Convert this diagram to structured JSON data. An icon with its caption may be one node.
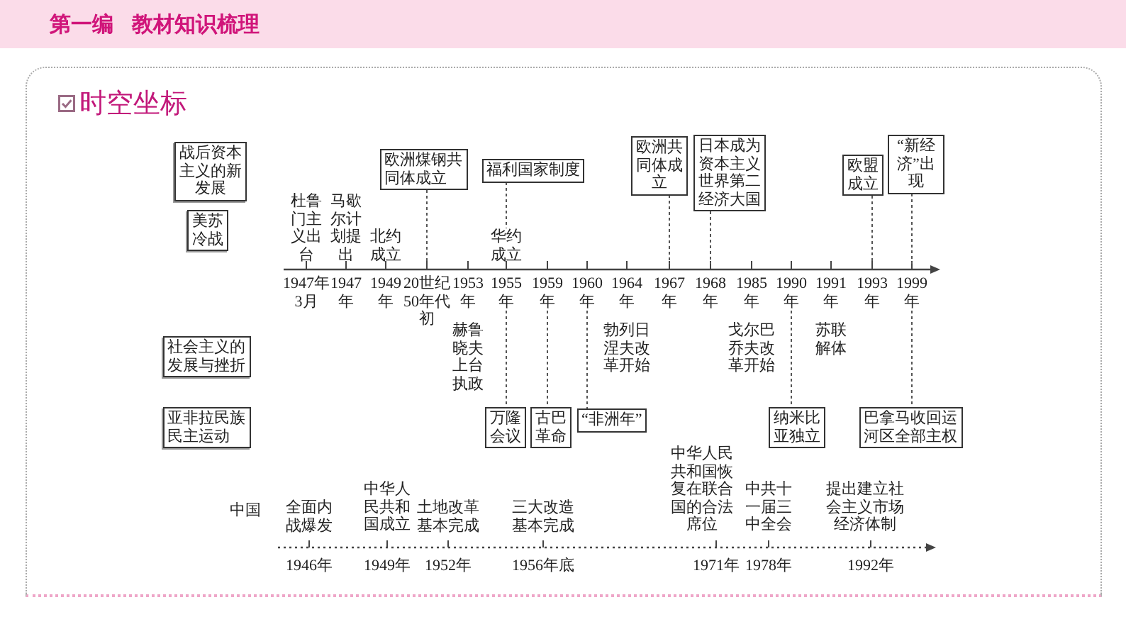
{
  "diagram": {
    "title": "时空坐标",
    "nodes": [
      {
        "text": [
          "战后资本主义的新发展"
        ]
      },
      {
        "text": [
          "美苏冷战"
        ]
      },
      {
        "text": [
          "欧洲煤钢共同体成立"
        ]
      },
      {
        "text": [
          "福利国家制度"
        ]
      },
      {
        "text": [
          "欧洲共同体成立"
        ]
      },
      {
        "text": [
          "日本成为资本主义世界第二经济大国"
        ]
      },
      {
        "text": [
          "欧盟成立"
        ]
      },
      {
        "text": [
          "“新经济”出现"
        ]
      },
      {
        "text": [],
        "shape": "arrow"
      },
      {
        "text": [
          "1947年3月"
        ],
        "beside": [
          "杜鲁门主义出台"
        ]
      },
      {
        "text": [
          "1947年"
        ],
        "beside": [
          "马歇尔计划提出"
        ]
      },
      {
        "text": [
          "1949年"
        ],
        "beside": [
          "北约成立"
        ]
      },
      {
        "text": [
          "20世纪50年代初"
        ]
      },
      {
        "text": [
          "1953年"
        ],
        "beside": [
          "赫鲁晓夫上台执政"
        ]
      },
      {
        "text": [
          "1955年"
        ],
        "beside": [
          "华约成立"
        ]
      },
      {
        "text": [
          "1959年"
        ]
      },
      {
        "text": [
          "1960年"
        ]
      },
      {
        "text": [
          "1964年"
        ],
        "beside": [
          "勃列日涅夫改革开始"
        ]
      },
      {
        "text": [
          "1967年"
        ]
      },
      {
        "text": [
          "1968年"
        ]
      },
      {
        "text": [
          "1985年"
        ],
        "beside": [
          "戈尔巴乔夫改革开始"
        ]
      },
      {
        "text": [
          "1990年"
        ]
      },
      {
        "text": [
          "1991年"
        ],
        "beside": [
          "苏联解体"
        ]
      },
      {
        "text": [
          "1993年"
        ]
      },
      {
        "text": [
          "1999年"
        ]
      },
      {
        "text": [
          "社会主义的发展与挫折"
        ]
      },
      {
        "text": [
          "亚非拉民族民主运动"
        ]
      },
      {
        "text": [
          "万隆会议"
        ]
      },
      {
        "text": [
          "古巴革命"
        ]
      },
      {
        "text": [
          "“非洲年”"
        ]
      },
      {
        "text": [
          "纳米比亚独立"
        ]
      },
      {
        "text": [
          "巴拿马收回运河区全部主权"
        ]
      },
      {
        "text": [],
        "shape": "arrow"
      },
      {
        "text": [
          "1946年"
        ],
        "beside": [
          "全面内战爆发"
        ]
      },
      {
        "text": [
          "1949年"
        ],
        "beside": [
          "中华人民共和国成立"
        ]
      },
      {
        "text": [
          "1952年"
        ],
        "beside": [
          "土地改革基本完成"
        ]
      },
      {
        "text": [
          "1956年底"
        ],
        "beside": [
          "三大改造基本完成"
        ]
      },
      {
        "text": [
          "1971年"
        ],
        "beside": [
          "中华人民共和国恢复在联合国的合法席位"
        ]
      },
      {
        "text": [
          "1978年"
        ],
        "beside": [
          "中共十一届三中全会"
        ]
      },
      {
        "text": [
          "1992年"
        ],
        "beside": [
          "提出建立社会主义市场经济体制"
        ]
      }
    ],
    "edges": [
      {
        "from": 2,
        "to": 12,
        "arrow": "none",
        "style": "dashed"
      },
      {
        "from": 3,
        "to": 14,
        "arrow": "none",
        "style": "dashed"
      },
      {
        "from": 4,
        "to": 18,
        "arrow": "none",
        "style": "dashed"
      },
      {
        "from": 5,
        "to": 19,
        "arrow": "none",
        "style": "dashed"
      },
      {
        "from": 6,
        "to": 23,
        "arrow": "none",
        "style": "dashed"
      },
      {
        "from": 7,
        "to": 24,
        "arrow": "none",
        "style": "dashed"
      },
      {
        "from": 14,
        "to": 27,
        "arrow": "none",
        "style": "dashed"
      },
      {
        "from": 15,
        "to": 28,
        "arrow": "none",
        "style": "dashed"
      },
      {
        "from": 16,
        "to": 29,
        "arrow": "none",
        "style": "dashed"
      },
      {
        "from": 21,
        "to": 30,
        "arrow": "none",
        "style": "dashed"
      },
      {
        "from": 24,
        "to": 31,
        "arrow": "none",
        "style": "dashed"
      }
    ],
    "labels": [
      "第一编 教材知识梳理",
      "中国"
    ]
  }
}
